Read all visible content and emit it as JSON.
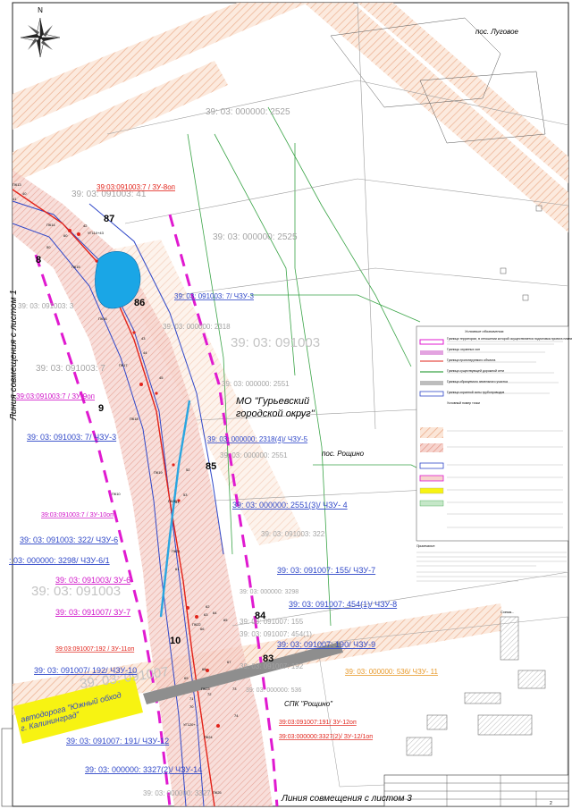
{
  "title_block": {
    "sheet": "2"
  },
  "compass": {
    "north": "N"
  },
  "districts": [
    {
      "id": "mo",
      "lines": [
        "МО \"Гурьевский",
        "городской округ\""
      ]
    }
  ],
  "settlements": [
    {
      "id": "lugovoe",
      "text": "пос. Луговое"
    },
    {
      "id": "roshchino",
      "text": "пос. Рощино"
    },
    {
      "id": "spk",
      "text": "СПК \"Рощино\""
    }
  ],
  "kvartals": [
    {
      "id": "k1",
      "text": "39: 03: 091003"
    },
    {
      "id": "k2",
      "text": "39: 03: 091003"
    },
    {
      "id": "k3",
      "text": "39: 03: 091007"
    }
  ],
  "parcels_grey": [
    {
      "id": "p2525a",
      "text": "39: 03: 000000: 2525"
    },
    {
      "id": "p2525b",
      "text": "39: 03: 000000: 2525"
    },
    {
      "id": "p2318",
      "text": "39: 03: 000000: 2318"
    },
    {
      "id": "p2551a",
      "text": "39: 03: 000000: 2551"
    },
    {
      "id": "p2551b",
      "text": "39: 03: 000000: 2551"
    },
    {
      "id": "p322",
      "text": "39: 03: 091003: 322"
    },
    {
      "id": "p91003_7",
      "text": "39: 03: 091003: 7"
    },
    {
      "id": "p91003_41",
      "text": "39: 03: 091003: 41"
    },
    {
      "id": "p3298",
      "text": "39: 03: 000000: 3298"
    },
    {
      "id": "p155",
      "text": "39: 03: 091007: 155"
    },
    {
      "id": "p454",
      "text": "39: 03: 091007: 454(1)"
    },
    {
      "id": "p192",
      "text": "39: 03: 091007: 192"
    },
    {
      "id": "p536",
      "text": "39: 03: 000000: 536"
    },
    {
      "id": "p3327",
      "text": "39: 03: 000000: 3327"
    },
    {
      "id": "p91003_3",
      "text": "39: 03: 091003: 3"
    }
  ],
  "parcel_labels_blue": [
    {
      "id": "b1",
      "text": "39: 03: 091003: 7/ ЧЗУ-3"
    },
    {
      "id": "b2",
      "text": "39: 03: 091003: 7/ ЧЗУ-3"
    },
    {
      "id": "b3",
      "text": "39: 03: 000000: 2318(4)/ ЧЗУ-5"
    },
    {
      "id": "b4",
      "text": "39: 03: 000000: 2551(3)/ ЧЗУ- 4"
    },
    {
      "id": "b5",
      "text": "39: 03: 091003: 322/ ЧЗУ-6"
    },
    {
      "id": "b6",
      "text": ": 03: 000000: 3298/ ЧЗУ-6/1"
    },
    {
      "id": "b7",
      "text": "39: 03: 091007: 155/ ЧЗУ-7"
    },
    {
      "id": "b8",
      "text": "39: 03: 091007: 454(1)/ ЧЗУ-8"
    },
    {
      "id": "b9",
      "text": "39: 03: 091007: 190/ ЧЗУ-9"
    },
    {
      "id": "b10",
      "text": "39: 03: 091007/ 192/ ЧЗУ-10"
    },
    {
      "id": "b11",
      "text": "39: 03: 091007: 191/ ЧЗУ-12"
    },
    {
      "id": "b12",
      "text": "39: 03: 000000: 3327(2)/ ЧЗУ-14"
    }
  ],
  "parcel_labels_magenta": [
    {
      "id": "m1",
      "text": "39:03:091003:7 / ЗУ-9оп"
    },
    {
      "id": "m2",
      "text": "39:03:091003:7 / ЗУ-10оп"
    },
    {
      "id": "m3",
      "text": "39: 03: 091003/ ЗУ-6"
    },
    {
      "id": "m4",
      "text": "39: 03: 091007/ ЗУ-7"
    }
  ],
  "parcel_labels_red": [
    {
      "id": "r1",
      "text": "39:03:091003:7 / ЗУ-8оп"
    },
    {
      "id": "r2",
      "text": "39:03:091007:192 / ЗУ-11оп"
    },
    {
      "id": "r3",
      "text": "39:03:091007:191/ ЗУ-12оп"
    },
    {
      "id": "r4",
      "text": "39:03:000000:3327(2)/ ЗУ-12/1оп"
    }
  ],
  "parcel_labels_orange": [
    {
      "id": "o1",
      "text": "39: 03: 000000: 536/ ЧЗУ- 11"
    }
  ],
  "point_numbers": [
    {
      "id": "n87",
      "text": "87"
    },
    {
      "id": "n8",
      "text": "8"
    },
    {
      "id": "n86",
      "text": "86"
    },
    {
      "id": "n9",
      "text": "9"
    },
    {
      "id": "n85",
      "text": "85"
    },
    {
      "id": "n84",
      "text": "84"
    },
    {
      "id": "n10",
      "text": "10"
    },
    {
      "id": "n83",
      "text": "83"
    }
  ],
  "small_labels": [
    {
      "id": "s_pk13",
      "text": "ПК13"
    },
    {
      "id": "s_pk14",
      "text": "ПК14"
    },
    {
      "id": "s_pk15",
      "text": "ПК15"
    },
    {
      "id": "s_pk16",
      "text": "ПК16"
    },
    {
      "id": "s_pk17",
      "text": "ПК17"
    },
    {
      "id": "s_pk18",
      "text": "ПК18"
    },
    {
      "id": "s_pk19",
      "text": "ПК19"
    },
    {
      "id": "s_pk20",
      "text": "ПК20"
    },
    {
      "id": "s_pk21",
      "text": "ПК21"
    },
    {
      "id": "s_pk22",
      "text": "ПК22"
    },
    {
      "id": "s_pk23",
      "text": "ПК23"
    },
    {
      "id": "s_pk24",
      "text": "ПК24"
    },
    {
      "id": "s_pk25",
      "text": "ПК25"
    },
    {
      "id": "s_40",
      "text": "40"
    },
    {
      "id": "s_41",
      "text": "41"
    },
    {
      "id": "s_42",
      "text": "42"
    },
    {
      "id": "s_43",
      "text": "43"
    },
    {
      "id": "s_44",
      "text": "44"
    },
    {
      "id": "s_45",
      "text": "45"
    },
    {
      "id": "s_50",
      "text": "50"
    },
    {
      "id": "s_51",
      "text": "51"
    },
    {
      "id": "s_52",
      "text": "52"
    },
    {
      "id": "s_53",
      "text": "53"
    },
    {
      "id": "s_60",
      "text": "60"
    },
    {
      "id": "s_61",
      "text": "61"
    },
    {
      "id": "s_62",
      "text": "62"
    },
    {
      "id": "s_63",
      "text": "63"
    },
    {
      "id": "s_64",
      "text": "64"
    },
    {
      "id": "s_65",
      "text": "65"
    },
    {
      "id": "s_66",
      "text": "66"
    },
    {
      "id": "s_67",
      "text": "67"
    },
    {
      "id": "s_68",
      "text": "68"
    },
    {
      "id": "s_69",
      "text": "69"
    },
    {
      "id": "s_70",
      "text": "70"
    },
    {
      "id": "s_71",
      "text": "71"
    },
    {
      "id": "s_72",
      "text": "72"
    },
    {
      "id": "s_73",
      "text": "73"
    },
    {
      "id": "s_74",
      "text": "74"
    },
    {
      "id": "s_ug",
      "text": "УГ110+43"
    },
    {
      "id": "s_ug2",
      "text": "УГ120+..."
    },
    {
      "id": "s_pk10",
      "text": "ПК10"
    }
  ],
  "road": {
    "lines": [
      "автодорога \"Южный обход",
      "г. Калининград\""
    ]
  },
  "match_lines": [
    {
      "id": "ml1",
      "text": "Линия совмещения с листом 1"
    },
    {
      "id": "ml3",
      "text": "Линия совмещения с листом 3"
    }
  ],
  "legend": {
    "title": "Условные обозначения:",
    "items": [
      "Граница территории, в отношении которой осуществляется подготовка проекта планировки",
      "Границы охранных зон",
      "Граница проектируемого объекта",
      "Граница существующей дорожной сети",
      "Граница образуемого земельного участка",
      "Граница охранной зоны трубопроводов",
      "Условный номер точки"
    ]
  },
  "notes_title": "Примечание:",
  "buildings_label": "Схема..."
}
